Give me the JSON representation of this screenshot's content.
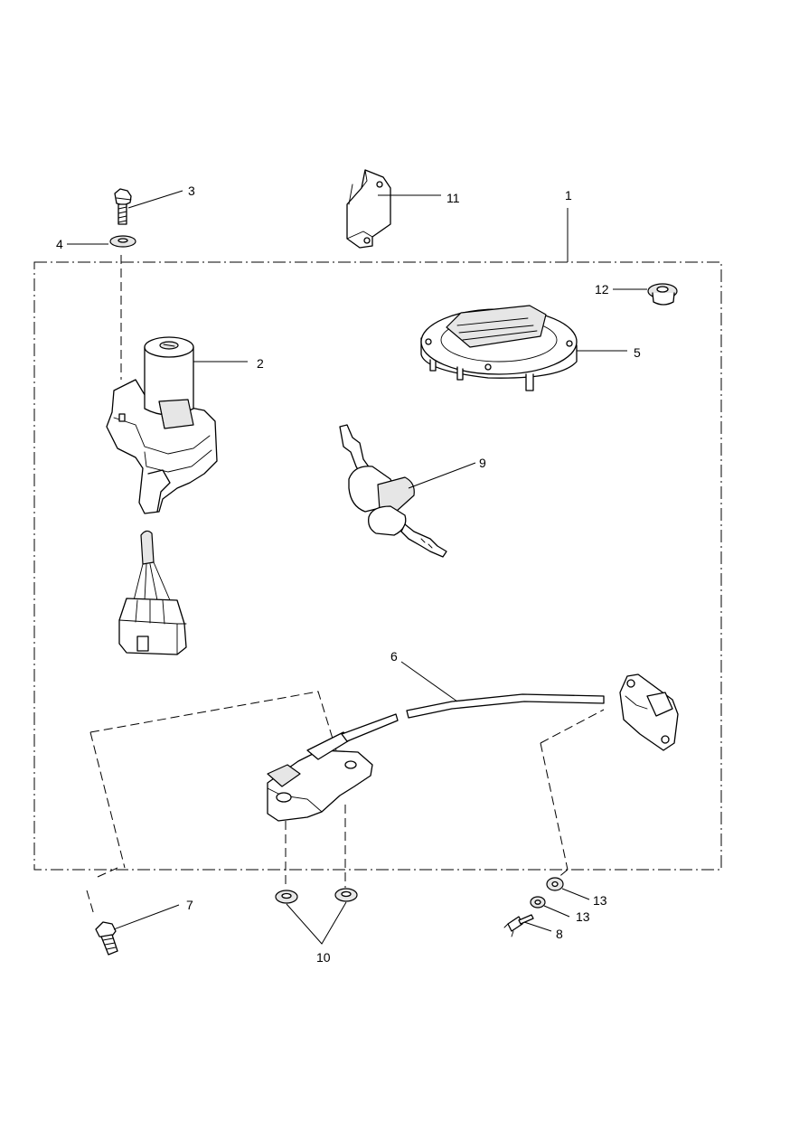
{
  "callouts": [
    {
      "id": "1",
      "text": "1"
    },
    {
      "id": "2",
      "text": "2"
    },
    {
      "id": "3",
      "text": "3"
    },
    {
      "id": "4",
      "text": "4"
    },
    {
      "id": "5",
      "text": "5"
    },
    {
      "id": "6",
      "text": "6"
    },
    {
      "id": "7",
      "text": "7"
    },
    {
      "id": "8",
      "text": "8"
    },
    {
      "id": "9",
      "text": "9"
    },
    {
      "id": "10",
      "text": "10"
    },
    {
      "id": "11",
      "text": "11"
    },
    {
      "id": "12",
      "text": "12"
    },
    {
      "id": "13a",
      "text": "13"
    },
    {
      "id": "13b",
      "text": "13"
    }
  ]
}
